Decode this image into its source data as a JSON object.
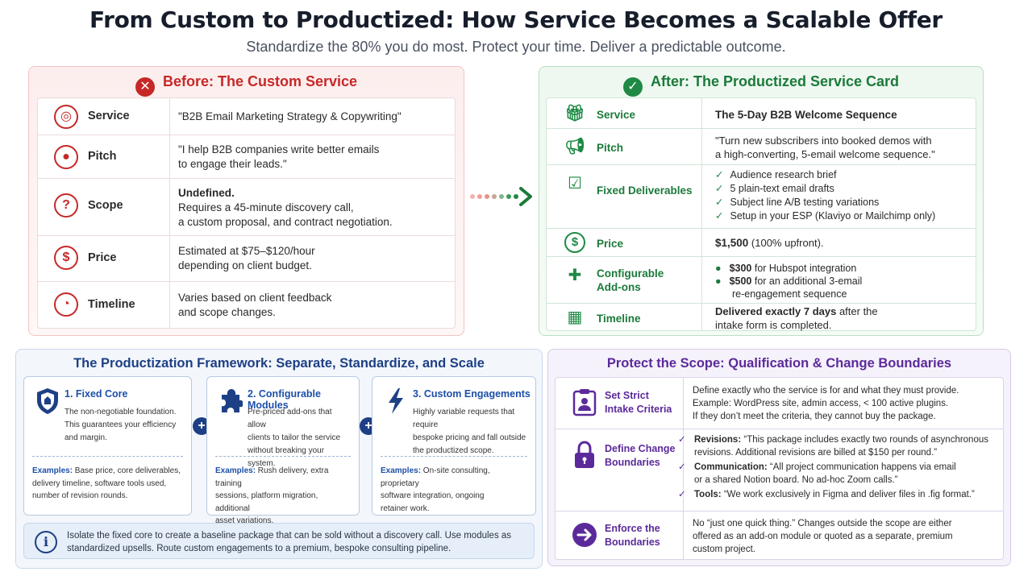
{
  "title": "From Custom to Productized: How Service Becomes a Scalable Offer",
  "subtitle": "Standardize the 80% you do most. Protect your time. Deliver a predictable outcome.",
  "before": {
    "header": "Before: The Custom Service",
    "header_icon": "x-circle-icon",
    "rows": [
      {
        "label": "Service",
        "icon": "target-icon",
        "lines": [
          "\"B2B Email Marketing Strategy & Copywriting\""
        ]
      },
      {
        "label": "Pitch",
        "icon": "user-icon",
        "lines": [
          "\"I help B2B companies write better emails",
          "to engage their leads.\""
        ]
      },
      {
        "label": "Scope",
        "icon": "question-icon",
        "bold": "Undefined.",
        "lines": [
          "Requires a 45-minute discovery call,",
          "a custom proposal, and contract negotiation."
        ]
      },
      {
        "label": "Price",
        "icon": "dollar-icon",
        "lines": [
          "Estimated at $75–$120/hour",
          "depending on client budget."
        ]
      },
      {
        "label": "Timeline",
        "icon": "clock-icon",
        "lines": [
          "Varies based on client feedback",
          "and scope changes."
        ]
      }
    ]
  },
  "after": {
    "header": "After: The Productized Service Card",
    "header_icon": "check-circle-icon",
    "rows": {
      "service": {
        "label": "Service",
        "icon": "gift-icon",
        "value": "The 5-Day B2B Welcome Sequence"
      },
      "pitch": {
        "label": "Pitch",
        "icon": "megaphone-icon",
        "lines": [
          "\"Turn new subscribers into booked demos with",
          "a high-converting, 5-email welcome sequence.\""
        ]
      },
      "deliverables": {
        "label": "Fixed Deliverables",
        "icon": "checklist-icon",
        "items": [
          "Audience research brief",
          "5 plain-text email drafts",
          "Subject line A/B testing variations",
          "Setup in your ESP (Klaviyo or Mailchimp only)"
        ]
      },
      "price": {
        "label": "Price",
        "icon": "dollar-icon",
        "bold": "$1,500",
        "rest": " (100% upfront)."
      },
      "addons": {
        "label_1": "Configurable",
        "label_2": "Add-ons",
        "icon": "puzzle-icon",
        "items": [
          {
            "bold": "$300",
            "rest": " for Hubspot integration"
          },
          {
            "bold": "$500",
            "rest": " for an additional 3-email",
            "rest2": "re-engagement sequence"
          }
        ]
      },
      "timeline": {
        "label": "Timeline",
        "icon": "calendar-icon",
        "bold": "Delivered exactly 7 days",
        "rest": " after the",
        "line2": "intake form is completed."
      }
    }
  },
  "framework": {
    "header": "The Productization Framework: Separate, Standardize, and Scale",
    "cards": [
      {
        "title": "1. Fixed Core",
        "icon": "shield-icon",
        "desc": [
          "The non-negotiable foundation.",
          "This guarantees your efficiency",
          "and margin."
        ],
        "examples_label": "Examples:",
        "examples": [
          " Base price, core deliverables,",
          "delivery timeline, software tools used,",
          "number of revision rounds."
        ]
      },
      {
        "title": "2. Configurable Modules",
        "icon": "puzzle-icon",
        "desc": [
          "Pre-priced add-ons that allow",
          "clients to tailor the service",
          "without breaking your system."
        ],
        "examples_label": "Examples:",
        "examples": [
          " Rush delivery, extra training",
          "sessions, platform migration, additional",
          "asset variations."
        ]
      },
      {
        "title": "3. Custom Engagements",
        "icon": "lightning-icon",
        "desc": [
          "Highly variable requests that require",
          "bespoke pricing and fall outside",
          "the productized scope."
        ],
        "examples_label": "Examples:",
        "examples": [
          " On-site consulting, proprietary",
          "software integration, ongoing",
          "retainer work."
        ]
      }
    ],
    "plus": "+",
    "note_icon": "info-icon",
    "note": [
      "Isolate the fixed core to create a baseline package that can be sold without a discovery call. Use modules as",
      "standardized upsells. Route custom engagements to a premium, bespoke consulting pipeline."
    ]
  },
  "protect": {
    "header": "Protect the Scope: Qualification & Change Boundaries",
    "rows": [
      {
        "label": [
          "Set Strict",
          "Intake Criteria"
        ],
        "icon": "clipboard-user-icon",
        "lines": [
          "Define exactly who the service is for and what they must provide.",
          "Example: WordPress site, admin access, < 100 active plugins.",
          "If they don’t meet the criteria, they cannot buy the package."
        ]
      },
      {
        "label": [
          "Define Change",
          "Boundaries"
        ],
        "icon": "lock-icon",
        "items": [
          {
            "bold": "Revisions:",
            "rest": "  “This package includes exactly two rounds of asynchronous",
            "rest2": "revisions. Additional revisions are billed at $150 per round.”"
          },
          {
            "bold": "Communication:",
            "rest": "  “All project communication happens via email",
            "rest2": "or a shared Notion board. No ad-hoc Zoom calls.”"
          },
          {
            "bold": "Tools:",
            "rest": "  “We work exclusively in Figma and deliver files in .fig format.”",
            "rest2": ""
          }
        ]
      },
      {
        "label": [
          "Enforce the",
          "Boundaries"
        ],
        "icon": "arrow-right-circle-icon",
        "lines": [
          "No “just one quick thing.” Changes outside the scope are either",
          "offered as an add-on module or quoted as a separate, premium",
          "custom project."
        ]
      }
    ]
  },
  "colors": {
    "before_accent": "#c62828",
    "after_accent": "#1b7a3a",
    "framework_accent": "#1d3f85",
    "protect_accent": "#5b2a9a"
  }
}
